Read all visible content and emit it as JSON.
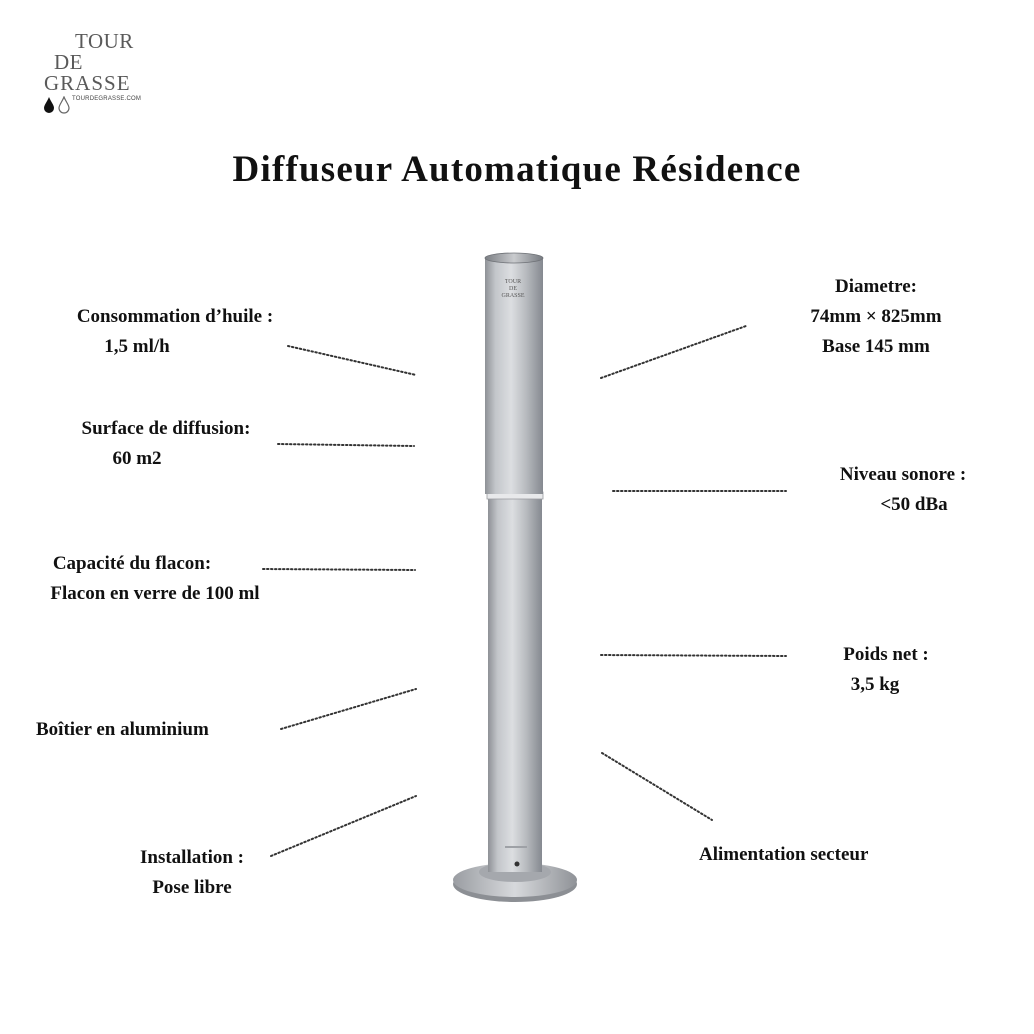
{
  "logo": {
    "line1": "TOUR",
    "line2": "DE",
    "line3": "GRASSE",
    "url": "TOURDEGRASSE.COM"
  },
  "title": "Diffuseur Automatique Résidence",
  "specs": {
    "consommation": {
      "label": "Consommation d’huile :",
      "value": "1,5 ml/h"
    },
    "surface": {
      "label": "Surface de diffusion:",
      "value": "60 m2"
    },
    "capacite": {
      "label": "Capacité du flacon:",
      "value": "Flacon en verre de 100 ml"
    },
    "boitier": {
      "label": "Boîtier en aluminium"
    },
    "installation": {
      "label": "Installation :",
      "value": "Pose libre"
    },
    "diametre": {
      "label": "Diametre:",
      "value": "74mm × 825mm",
      "value2": "Base 145 mm"
    },
    "niveau": {
      "label": "Niveau sonore :",
      "value": "<50 dBa"
    },
    "poids": {
      "label": "Poids net :",
      "value": "3,5 kg"
    },
    "alimentation": {
      "label": "Alimentation secteur"
    }
  },
  "product": {
    "logo_line1": "TOUR",
    "logo_line2": "DE",
    "logo_line3": "GRASSE"
  }
}
